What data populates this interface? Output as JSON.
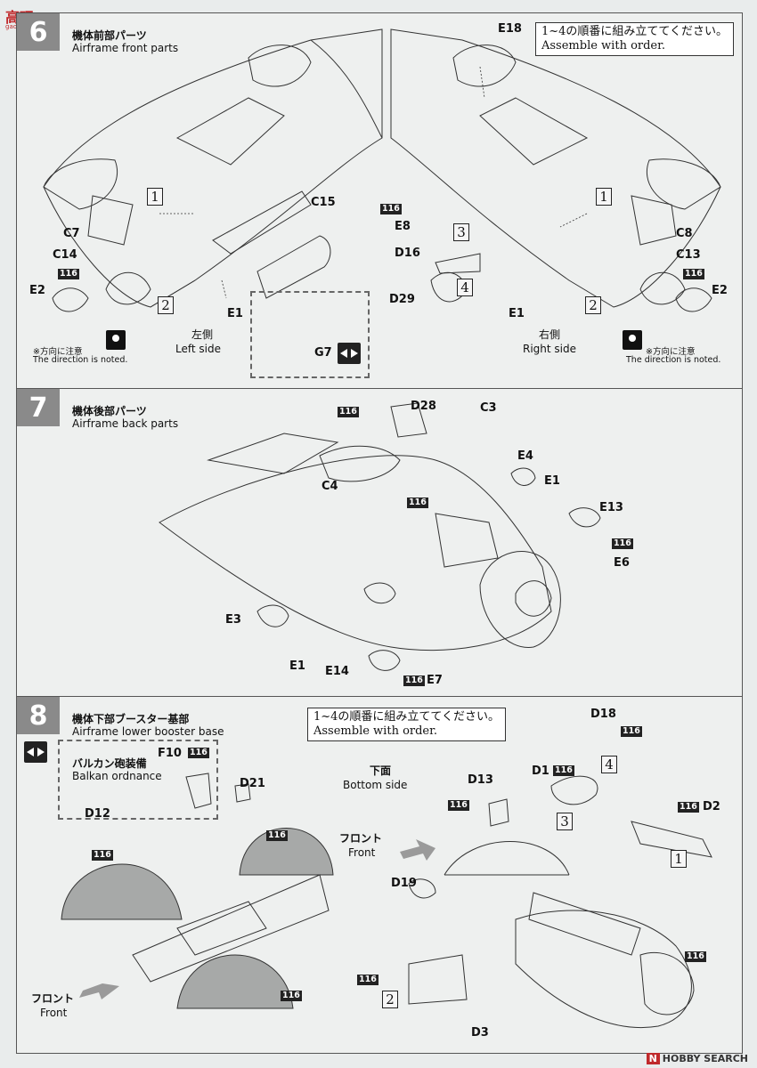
{
  "site_logo": {
    "text": "高玩",
    "sub": "gao-wan.com"
  },
  "step6": {
    "number": "6",
    "title_jp": "機体前部パーツ",
    "title_en": "Airframe front parts",
    "order_jp": "1~4の順番に組み立ててください。",
    "order_en": "Assemble with order.",
    "left_jp": "左側",
    "left_en": "Left side",
    "right_jp": "右側",
    "right_en": "Right side",
    "note_jp": "※方向に注意",
    "note_en": "The direction is noted.",
    "parts": {
      "e18": "E18",
      "c7": "C7",
      "c14": "C14",
      "e2": "E2",
      "e1": "E1",
      "c15": "C15",
      "g7": "G7",
      "e8": "E8",
      "d16": "D16",
      "d29": "D29",
      "c8": "C8",
      "c13": "C13"
    },
    "paint": "116",
    "seq": [
      "1",
      "2",
      "3",
      "4"
    ]
  },
  "step7": {
    "number": "7",
    "title_jp": "機体後部パーツ",
    "title_en": "Airframe back parts",
    "parts": {
      "d28": "D28",
      "c3": "C3",
      "e4": "E4",
      "e1": "E1",
      "c4": "C4",
      "e13": "E13",
      "e6": "E6",
      "e3": "E3",
      "e14": "E14",
      "e7": "E7"
    },
    "paint": "116"
  },
  "step8": {
    "number": "8",
    "title_jp": "機体下部ブースター基部",
    "title_en": "Airframe lower booster base",
    "order_jp": "1~4の順番に組み立ててください。",
    "order_en": "Assemble with order.",
    "balkan_jp": "バルカン砲装備",
    "balkan_en": "Balkan ordnance",
    "bottom_jp": "下面",
    "bottom_en": "Bottom side",
    "front_jp": "フロント",
    "front_en": "Front",
    "parts": {
      "f10": "F10",
      "d21": "D21",
      "d12": "D12",
      "d18": "D18",
      "d1": "D1",
      "d13": "D13",
      "d2": "D2",
      "d19": "D19",
      "d3": "D3"
    },
    "paint": "116",
    "seq": [
      "1",
      "2",
      "3",
      "4"
    ]
  },
  "watermark": {
    "n": "N",
    "text": "HOBBY SEARCH"
  }
}
